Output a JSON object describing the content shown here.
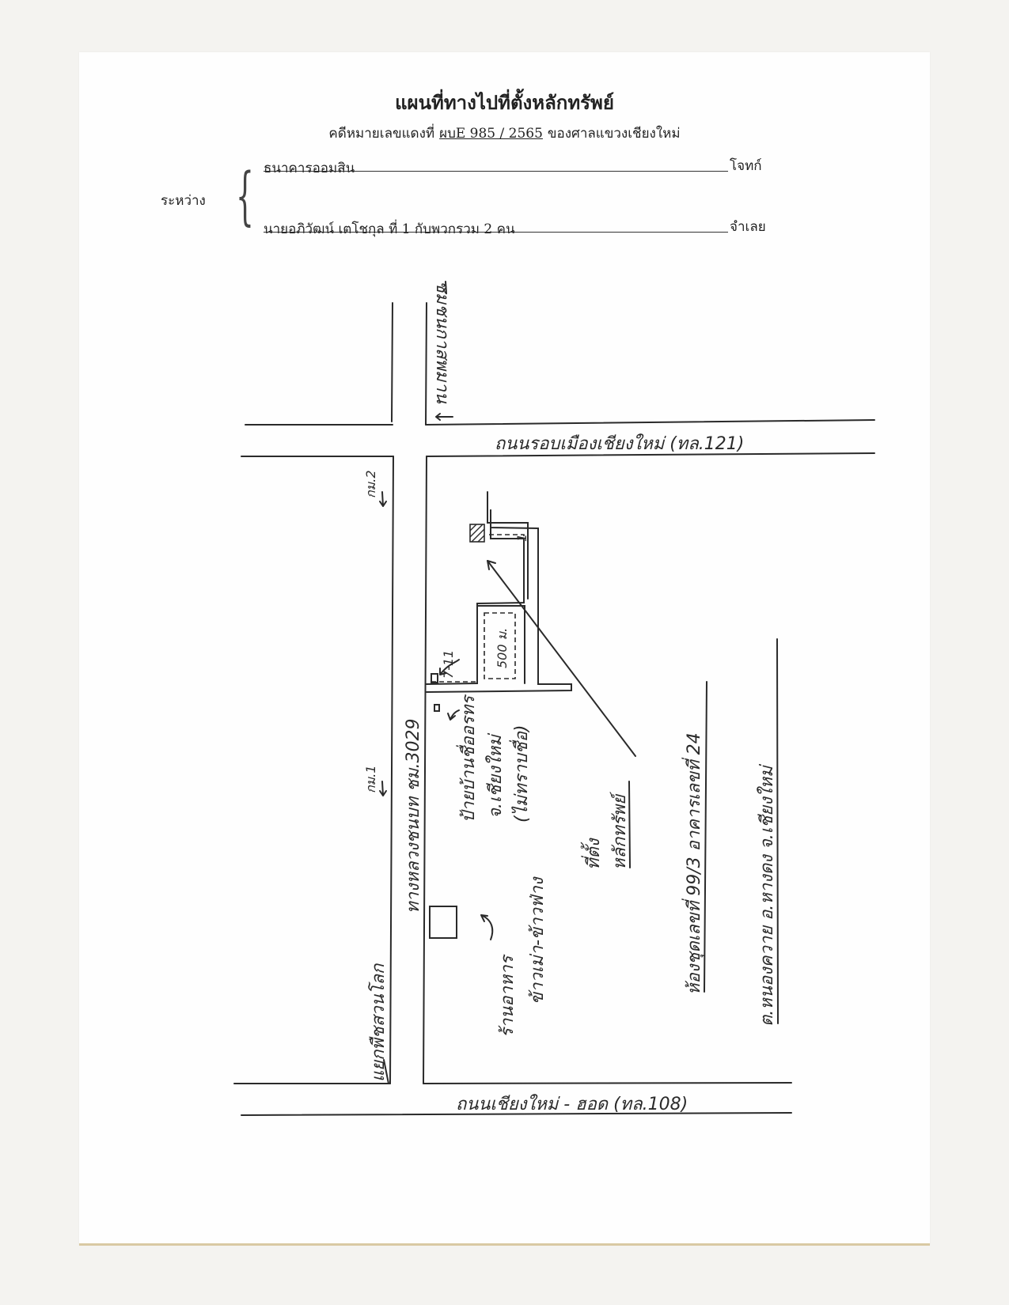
{
  "header": {
    "title": "แผนที่ทางไปที่ตั้งหลักทรัพย์",
    "case_prefix": "คดีหมายเลขแดงที่",
    "case_number": "ผบE 985 / 2565",
    "court": "ของศาลแขวงเชียงใหม่",
    "between_label": "ระหว่าง",
    "plaintiff": "ธนาคารออมสิน",
    "plaintiff_role": "โจทก์",
    "defendant": "นายอภิวัฒน์ เตโชกุล ที่ 1 กับพวกรวม 2 คน",
    "defendant_role": "จำเลย"
  },
  "map": {
    "ring_road": "ถนนรอบเมืองเชียงใหม่ (ทล.121)",
    "bottom_road": "ถนนเชียงใหม่ - ฮอด (ทล.108)",
    "local_road": "ทางหลวงชนบท ชม.3029",
    "top_left_ref": "ชมชนกาสพมาน",
    "km2": "กม.2",
    "km1": "กม.1",
    "junction": "แยกพืชสวนโลก",
    "seven_eleven": "7-11",
    "distance": "500 ม.",
    "property_marker": "1",
    "village": "ป้ายบ้านชื่ออรทร",
    "village_province": "จ.เชียงใหม่",
    "village_note": "(ไม่ทราบชื่อ)",
    "restaurant": "ร้านอาหาร",
    "restaurant_name": "ข้าวเม่า-ข้าวฟ่าง",
    "location_label": "ที่ตั้ง",
    "property_label": "หลักทรัพย์",
    "address_line1": "ห้องชุดเลขที่ 99/3 อาคารเลขที่ 24",
    "address_line2": "ต.หนองควาย อ.หางดง จ.เชียงใหม่"
  }
}
